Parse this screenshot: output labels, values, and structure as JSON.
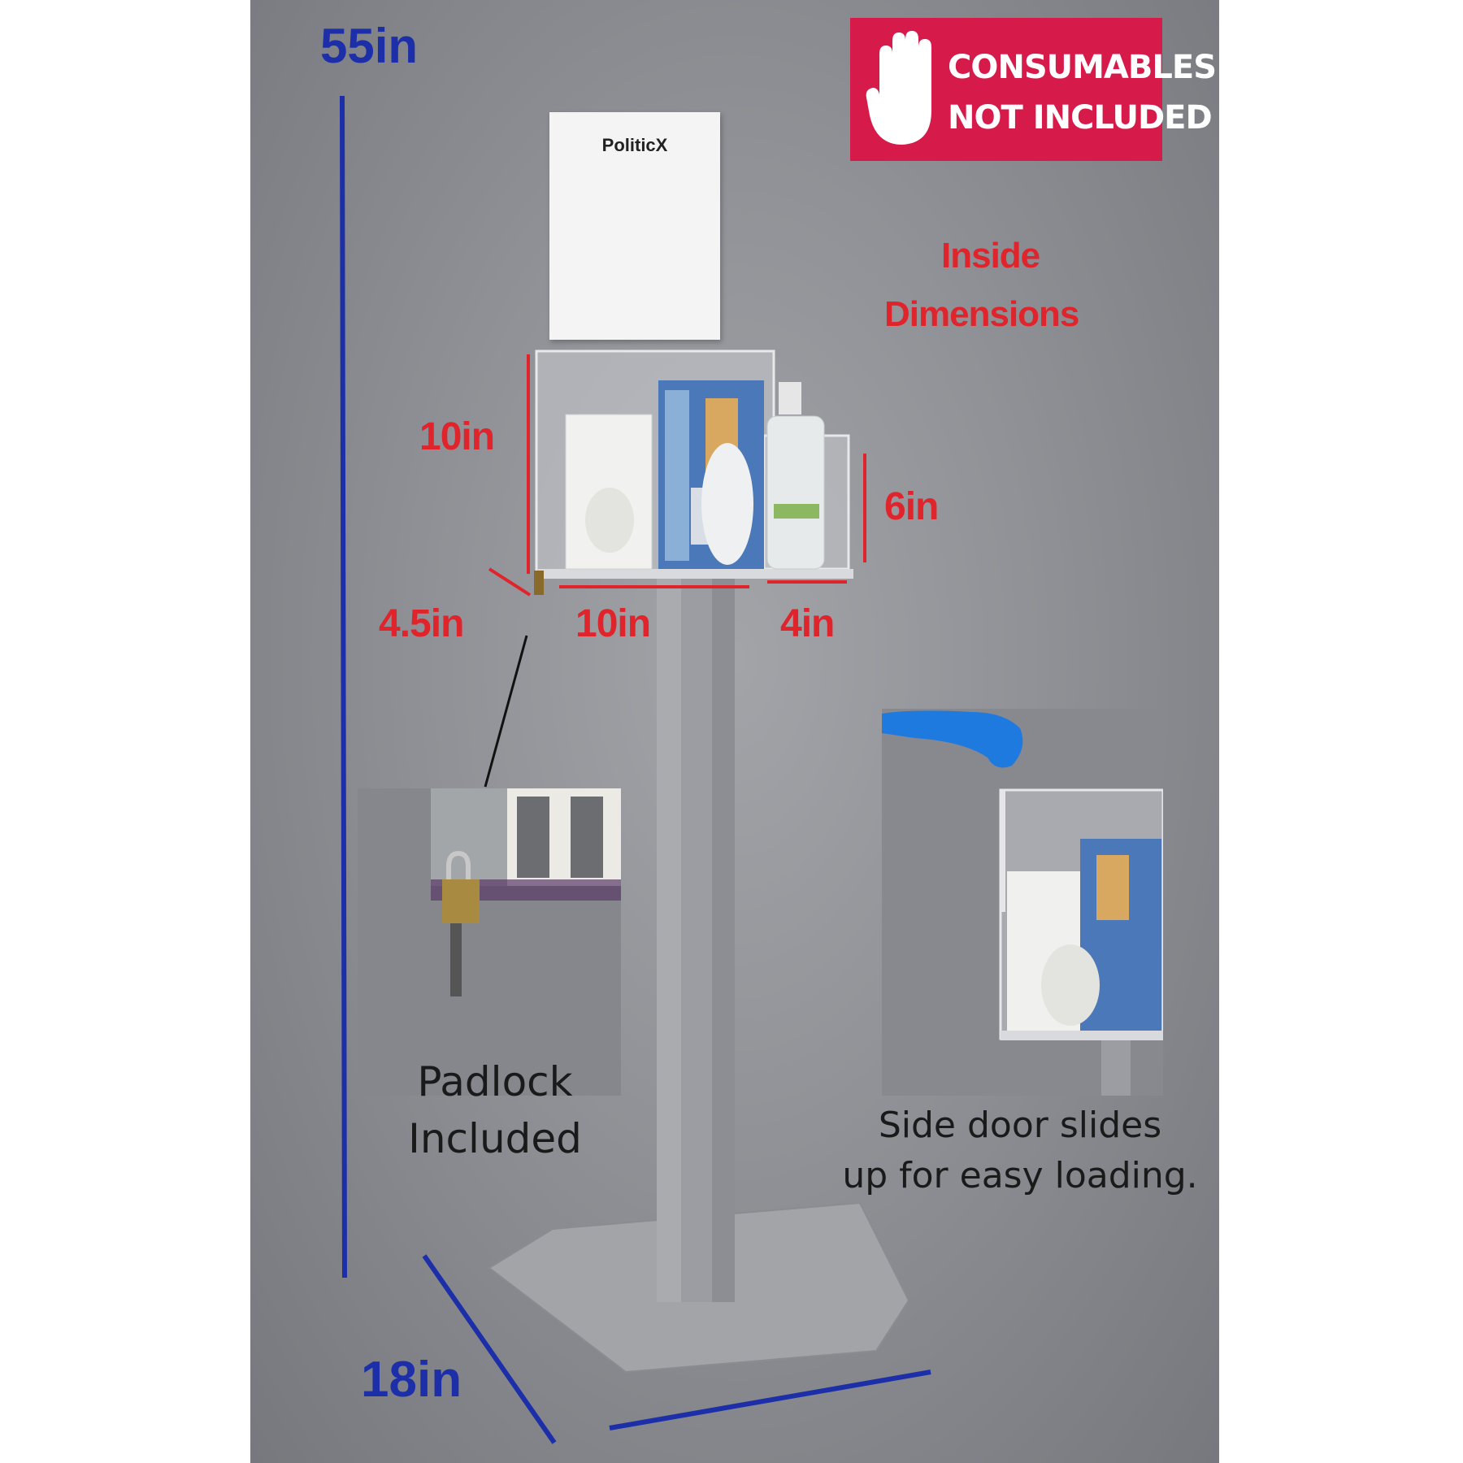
{
  "badge": {
    "icon": "hand-stop-icon",
    "line1": "CONSUMABLES",
    "line2": "NOT INCLUDED",
    "color": "#d61a4a"
  },
  "sign": {
    "brand": "PoliticX"
  },
  "inside_dimensions": {
    "line1": "Inside",
    "line2": "Dimensions"
  },
  "dimensions": {
    "total_height": "55in",
    "box_height": "10in",
    "side_height": "6in",
    "depth": "4.5in",
    "box_width": "10in",
    "side_width": "4in",
    "base_width": "18in"
  },
  "captions": {
    "padlock_line1": "Padlock",
    "padlock_line2": "Included",
    "door_line1": "Side door slides",
    "door_line2": "up for easy loading."
  },
  "colors": {
    "background": "#8f9196",
    "dimension_red": "#e0242c",
    "dimension_blue": "#1c2fa8",
    "glove_blue": "#1f7ae0",
    "stand_gray": "#9b9da2"
  }
}
